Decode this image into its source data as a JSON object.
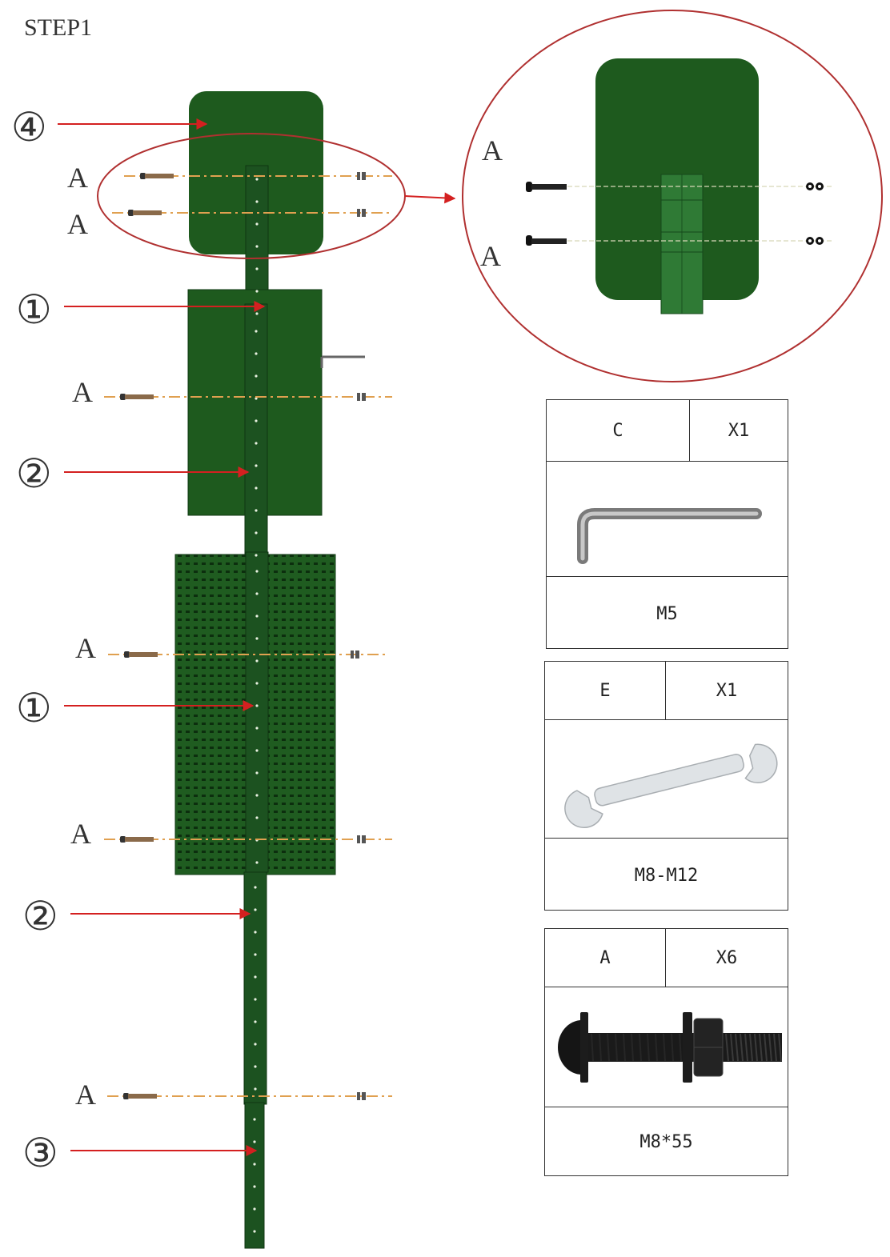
{
  "title": "STEP1",
  "callouts": {
    "c4": "④",
    "c1a": "①",
    "c2a": "②",
    "c1b": "①",
    "c2b": "②",
    "c3": "③"
  },
  "bolt_labels": {
    "a1": "A",
    "a2": "A",
    "a3": "A",
    "a4": "A",
    "a5": "A",
    "a6": "A",
    "zoom_a1": "A",
    "zoom_a2": "A"
  },
  "parts": [
    {
      "code": "C",
      "qty": "X1",
      "spec": "M5",
      "icon": "allen-key-icon"
    },
    {
      "code": "E",
      "qty": "X1",
      "spec": "M8-M12",
      "icon": "wrench-icon"
    },
    {
      "code": "A",
      "qty": "X6",
      "spec": "M8*55",
      "icon": "bolt-icon"
    }
  ],
  "colors": {
    "part_green": "#1e5a1e",
    "dark_green": "#16461a",
    "arrow_red": "#d42020",
    "guide_orange": "#e0a050",
    "circle_red": "#b03030"
  }
}
